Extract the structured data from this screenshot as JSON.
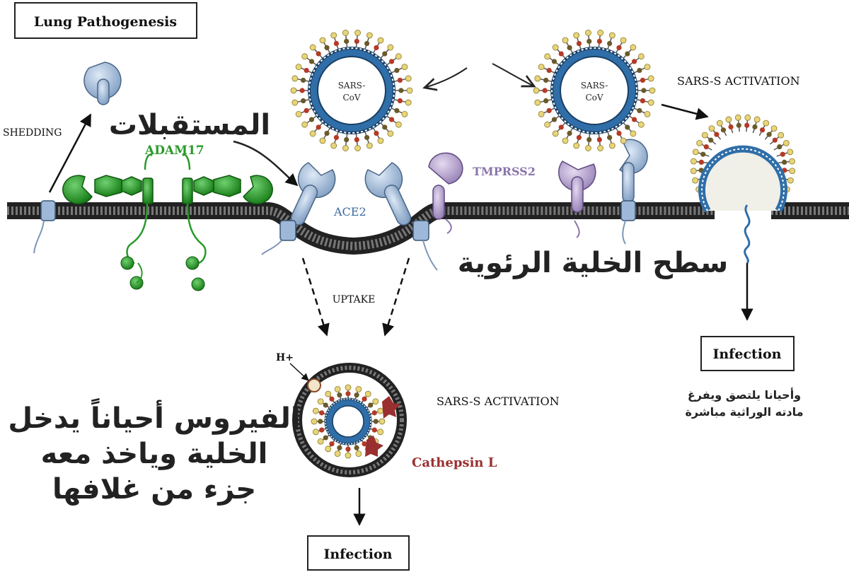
{
  "title": "Lung Pathogenesis",
  "labels": {
    "shedding": "SHEDDING",
    "adam17": "ADAM17",
    "ace2": "ACE2",
    "tmprss2": "TMPRSS2",
    "uptake": "UPTAKE",
    "activation_top": "SARS-S ACTIVATION",
    "activation_bottom": "SARS-S ACTIVATION",
    "cathepsin": "Cathepsin L",
    "hplus": "H+",
    "virus_line1": "SARS-",
    "virus_line2": "CoV",
    "infection_right": "Infection",
    "infection_bottom": "Infection"
  },
  "arabic": {
    "receptors": "المستقبلات",
    "lung_cell_surface": "سطح الخلية الرئوية",
    "enter_line1": "الفيروس أحياناً يدخل",
    "enter_line2": "الخلية وياخذ معه",
    "enter_line3": "جزء من غلافها",
    "attach_line1": "وأحيانا يلتصق ويفرغ",
    "attach_line2": "مادته الوراثية مباشرة"
  },
  "colors": {
    "ace2": "#9db8d8",
    "adam17": "#2a9a2a",
    "tmprss2": "#b39dcc",
    "membrane": "#1e1e1e",
    "virus_core": "#2f6ea8",
    "cathepsin": "#9a2f2f",
    "spike_tip": "#e8d57a",
    "spike_red": "#b53a26"
  }
}
